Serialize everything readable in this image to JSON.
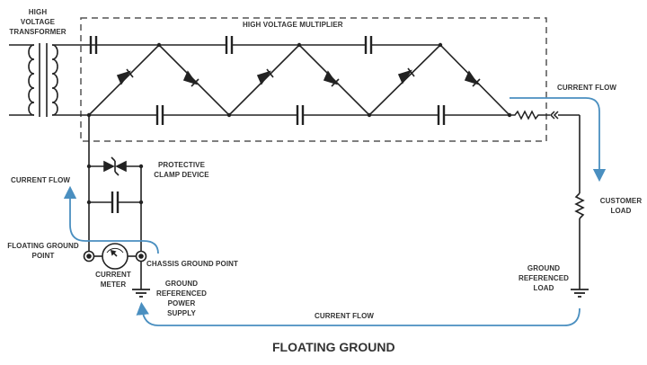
{
  "title": "FLOATING GROUND",
  "labels": {
    "transformer": [
      "HIGH",
      "VOLTAGE",
      "TRANSFORMER"
    ],
    "multiplier": "HIGH VOLTAGE MULTIPLIER",
    "current_flow_right": "CURRENT FLOW",
    "current_flow_left": "CURRENT FLOW",
    "current_flow_bottom": "CURRENT FLOW",
    "clamp_device": [
      "PROTECTIVE",
      "CLAMP DEVICE"
    ],
    "floating_ground_point": [
      "FLOATING GROUND",
      "POINT"
    ],
    "chassis_ground_point": "CHASSIS GROUND POINT",
    "current_meter": [
      "CURRENT",
      "METER"
    ],
    "ground_referenced_power_supply": [
      "GROUND",
      "REFERENCED",
      "POWER",
      "SUPPLY"
    ],
    "customer_load": [
      "CUSTOMER",
      "LOAD"
    ],
    "ground_referenced_load": [
      "GROUND",
      "REFERENCED",
      "LOAD"
    ]
  },
  "colors": {
    "wire": "#222222",
    "current_flow": "#4a8fc0",
    "dashed_box": "#555555",
    "text": "#333333"
  }
}
